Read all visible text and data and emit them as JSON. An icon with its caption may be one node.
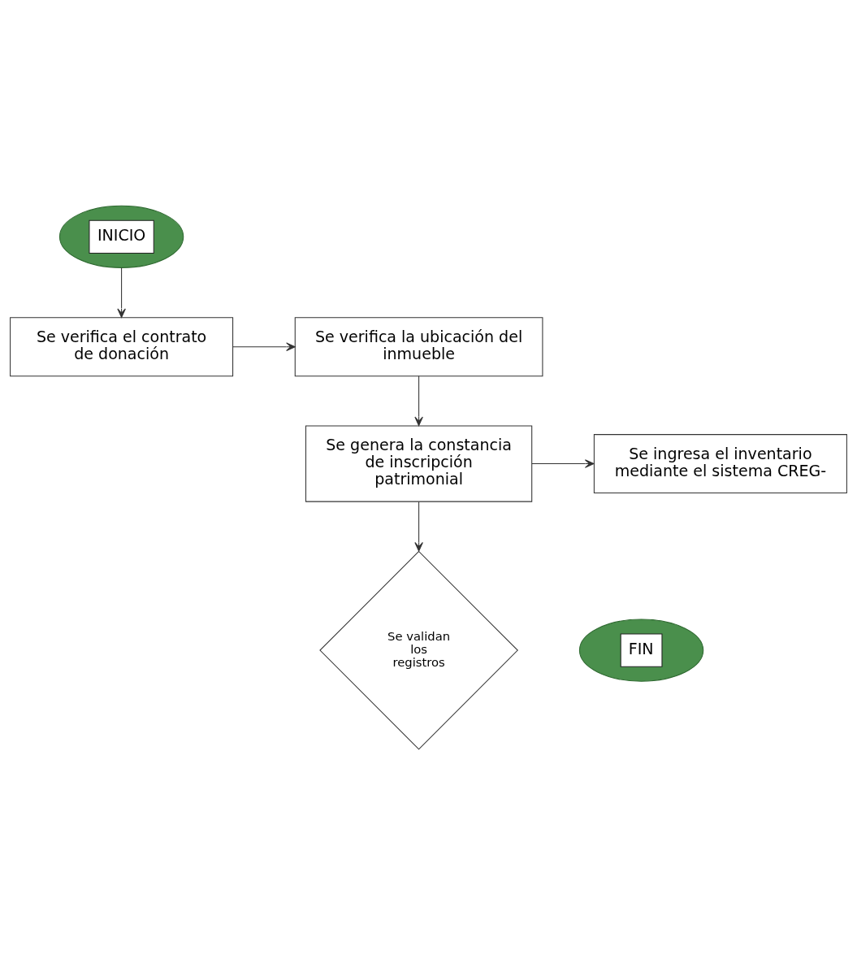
{
  "diagram": {
    "nodes": [
      {
        "text": [
          "INICIO"
        ]
      },
      {
        "text": [
          "Se verifica el contrato de donación"
        ]
      },
      {
        "text": [
          "Se verifica la ubicación del inmueble"
        ]
      },
      {
        "text": [
          "Se genera la constancia de inscripción patrimonial"
        ]
      },
      {
        "text": [
          "Se ingresa el inventario mediante el sistema CREG-"
        ]
      },
      {
        "text": [
          "Se validan los registros"
        ]
      },
      {
        "text": [
          "FIN"
        ]
      }
    ],
    "edges": [
      {
        "from": 0,
        "to": 1,
        "arrow": "to"
      },
      {
        "from": 1,
        "to": 2,
        "arrow": "to"
      },
      {
        "from": 2,
        "to": 3,
        "arrow": "to"
      },
      {
        "from": 3,
        "to": 4,
        "arrow": "to"
      },
      {
        "from": 3,
        "to": 5,
        "arrow": "to"
      }
    ]
  }
}
